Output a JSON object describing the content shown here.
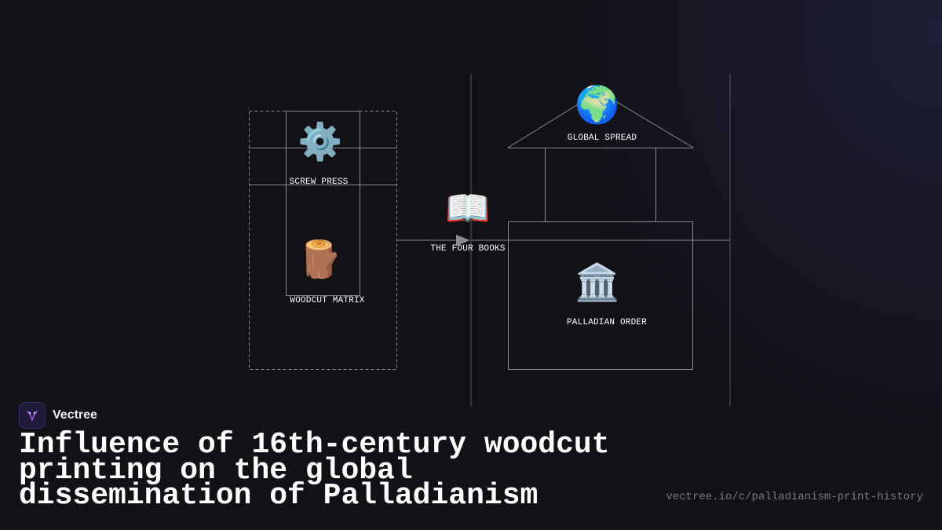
{
  "diagram": {
    "nodes": {
      "screw_press": {
        "label": "SCREW PRESS",
        "icon": "gear-icon",
        "glyph": "⚙️"
      },
      "woodcut_matrix": {
        "label": "WOODCUT MATRIX",
        "icon": "wood-log-icon",
        "glyph": "🪵"
      },
      "four_books": {
        "label": "THE FOUR BOOKS",
        "icon": "open-book-icon",
        "glyph": "📖"
      },
      "global_spread": {
        "label": "GLOBAL SPREAD",
        "icon": "globe-icon",
        "glyph": "🌍"
      },
      "palladian_order": {
        "label": "PALLADIAN ORDER",
        "icon": "classical-building-icon",
        "glyph": "🏛️"
      }
    }
  },
  "brand": {
    "name": "Vectree",
    "logo_icon": "vectree-logo-icon"
  },
  "title": "Influence of 16th-century woodcut printing on the global dissemination of Palladianism",
  "url": "vectree.io/c/palladianism-print-history",
  "colors": {
    "background": "#111116",
    "line": "#8a8a90",
    "text": "#ffffff",
    "muted": "#7a7a80",
    "logo_accent": "#a45be0"
  }
}
